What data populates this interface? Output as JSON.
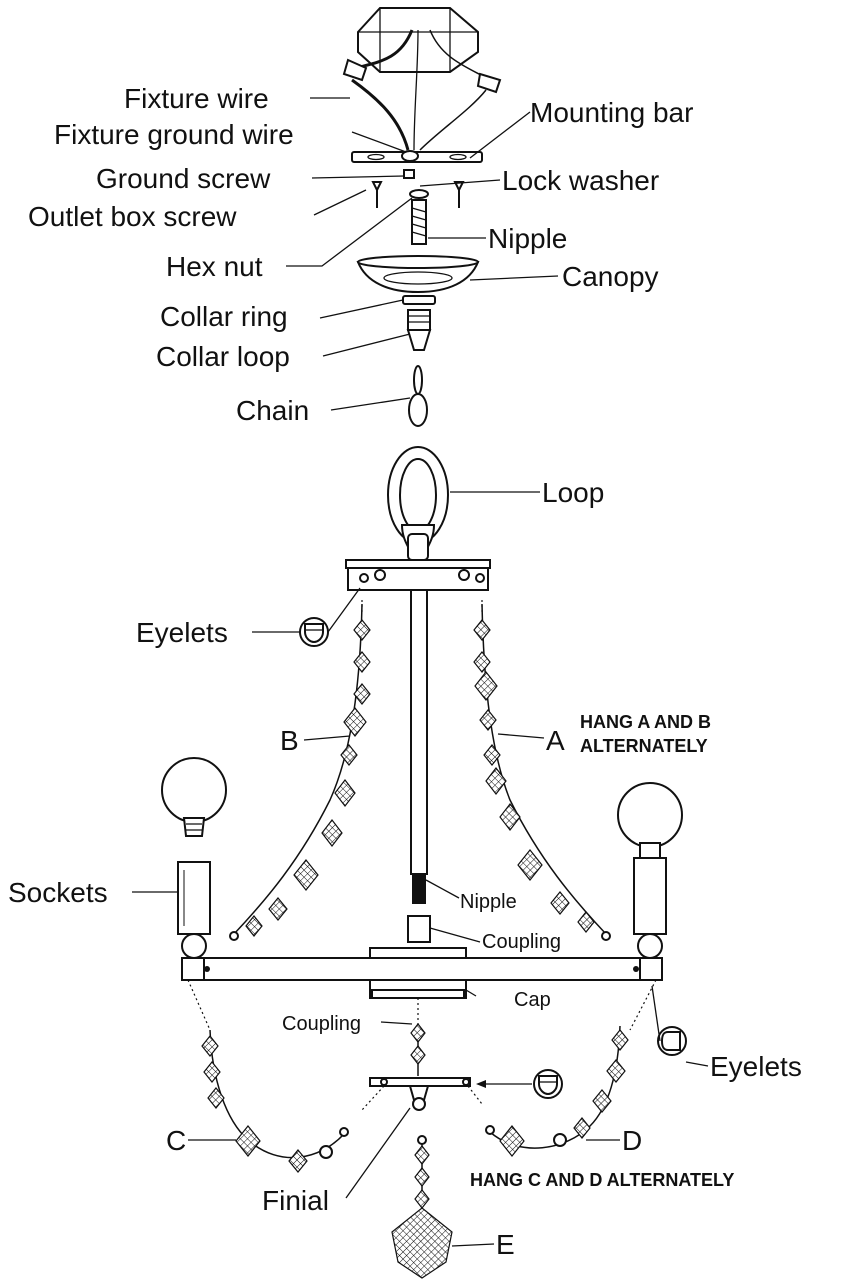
{
  "labels": {
    "fixture_wire": "Fixture wire",
    "fixture_ground_wire": "Fixture ground wire",
    "ground_screw": "Ground screw",
    "outlet_box_screw": "Outlet box screw",
    "hex_nut": "Hex nut",
    "collar_ring": "Collar ring",
    "collar_loop": "Collar loop",
    "chain": "Chain",
    "mounting_bar": "Mounting bar",
    "lock_washer": "Lock washer",
    "nipple_top": "Nipple",
    "canopy": "Canopy",
    "loop": "Loop",
    "eyelets_left": "Eyelets",
    "strand_b": "B",
    "strand_a": "A",
    "sockets": "Sockets",
    "nipple_lower": "Nipple",
    "coupling_upper": "Coupling",
    "coupling_lower": "Coupling",
    "cap": "Cap",
    "eyelets_right": "Eyelets",
    "strand_c": "C",
    "strand_d": "D",
    "finial": "Finial",
    "strand_e": "E"
  },
  "notes": {
    "hang_ab_line1": "HANG A AND B",
    "hang_ab_line2": "ALTERNATELY",
    "hang_cd": "HANG C AND D  ALTERNATELY"
  },
  "icons": [
    "eyelet-detail-icon",
    "light-bulb-icon",
    "crystal-bead-icon",
    "crystal-pendant-icon"
  ]
}
